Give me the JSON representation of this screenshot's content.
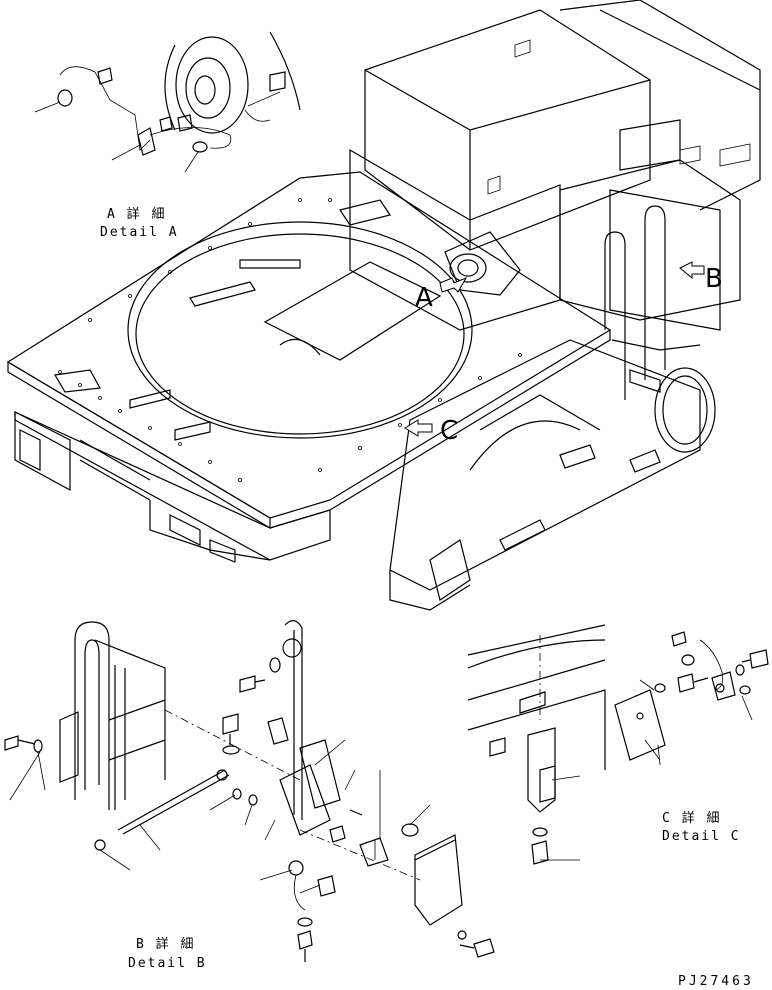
{
  "callouts": {
    "a": "A",
    "b": "B",
    "c": "C"
  },
  "details": {
    "a_jp": "A 詳 細",
    "a_en": "Detail A",
    "b_jp": "B 詳 細",
    "b_en": "Detail B",
    "c_jp": "C 詳 細",
    "c_en": "Detail C"
  },
  "drawing_number": "PJ27463"
}
